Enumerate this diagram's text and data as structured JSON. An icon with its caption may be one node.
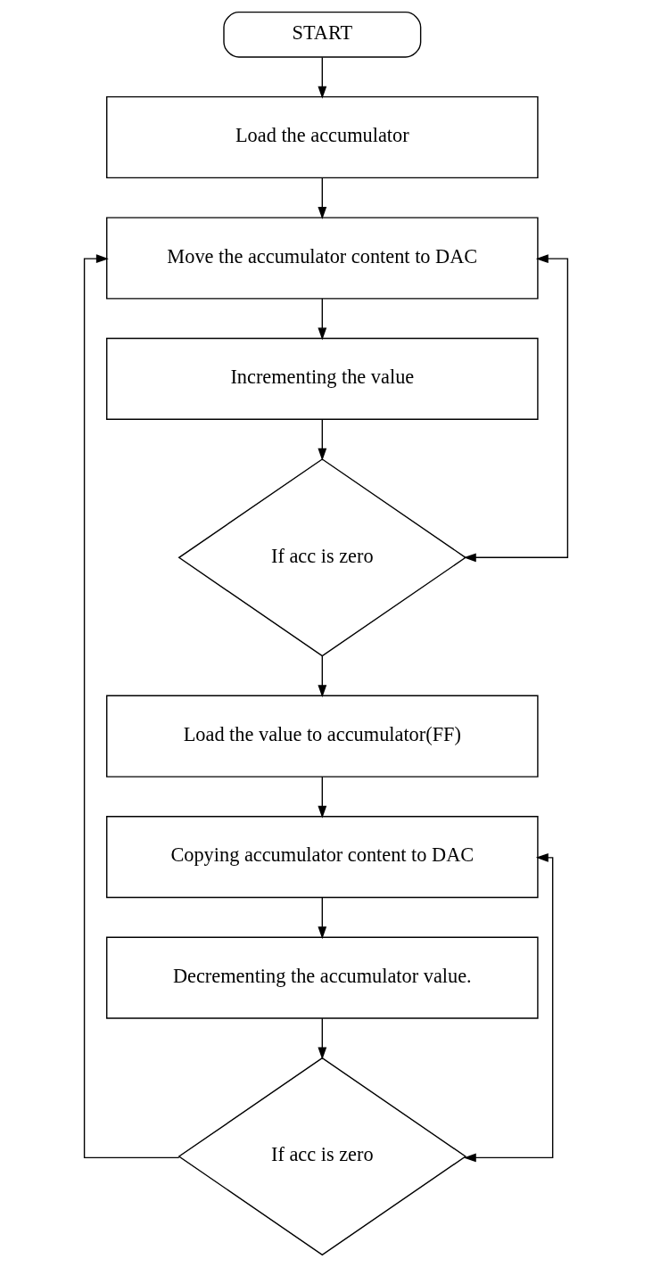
{
  "diagram": {
    "nodes": [
      {
        "text": [
          "START"
        ]
      },
      {
        "text": [
          "Load the accumulator"
        ]
      },
      {
        "text": [
          "Move the accumulator content to DAC"
        ]
      },
      {
        "text": [
          "Incrementing the value"
        ]
      },
      {
        "text": [
          "If acc is zero"
        ]
      },
      {
        "text": [
          "Load the value to accumulator(FF)"
        ]
      },
      {
        "text": [
          "Copying accumulator content to DAC"
        ]
      },
      {
        "text": [
          "Decrementing the accumulator value."
        ]
      },
      {
        "text": [
          "If acc is zero"
        ]
      }
    ],
    "edges": [
      {
        "from": 0,
        "to": 1,
        "arrow": "to"
      },
      {
        "from": 1,
        "to": 2,
        "arrow": "to"
      },
      {
        "from": 2,
        "to": 3,
        "arrow": "to"
      },
      {
        "from": 3,
        "to": 4,
        "arrow": "to"
      },
      {
        "from": 4,
        "to": 2,
        "arrow": "both"
      },
      {
        "from": 4,
        "to": 5,
        "arrow": "to"
      },
      {
        "from": 5,
        "to": 6,
        "arrow": "to"
      },
      {
        "from": 6,
        "to": 7,
        "arrow": "to"
      },
      {
        "from": 7,
        "to": 8,
        "arrow": "to"
      },
      {
        "from": 8,
        "to": 6,
        "arrow": "both"
      },
      {
        "from": 8,
        "to": 2,
        "arrow": "to"
      }
    ]
  }
}
